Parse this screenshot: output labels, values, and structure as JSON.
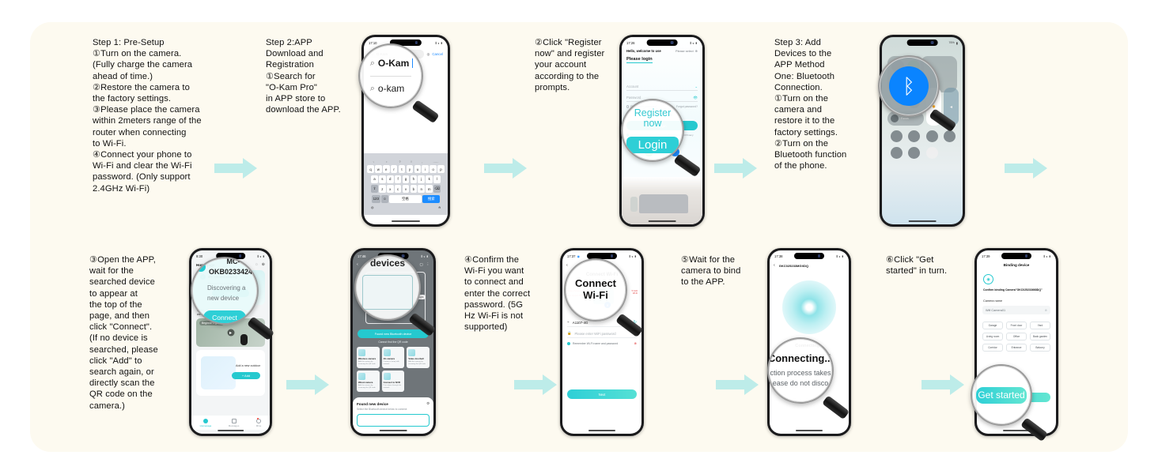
{
  "background": {
    "card_color": "#fdfaf0",
    "page_color": "#ffffff",
    "arrow_color": "#bdece9"
  },
  "steps": {
    "step1": "Step 1: Pre-Setup\n①Turn on the camera.\n(Fully charge the camera\nahead of time.)\n②Restore the camera to\nthe factory settings.\n③Please place the camera\nwithin 2meters range of the\nrouter when connecting\nto Wi-Fi.\n④Connect your phone to\nWi-Fi and clear the Wi-Fi\npassword. (Only support\n2.4GHz Wi-Fi)",
    "step2": "Step 2:APP\nDownload and\nRegistration\n①Search for\n\"O-Kam Pro\"\nin APP store to\ndownload the APP.",
    "step2b": "②Click \"Register\nnow\" and register\nyour account\naccording to the\nprompts.",
    "step3": "Step 3: Add\nDevices to the\nAPP Method\nOne: Bluetooth\nConnection.\n①Turn on the\ncamera and\nrestore it  to the\nfactory settings.\n②Turn on the\nBluetooth function\nof the phone.",
    "step3b": "③Open the APP,\nwait for the\nsearched device\nto appear at\nthe top of the\npage, and then\nclick \"Connect\".\n(If no device is\nsearched, please\nclick \"Add\" to\nsearch again, or\ndirectly scan the\nQR code on the\ncamera.)",
    "step4": "④Confirm the\nWi-Fi you want\nto connect and\nenter the correct\npassword.  (5G\nHz Wi-Fi is not\nsupported)",
    "step5": "⑤Wait for the\ncamera to bind\nto the APP.",
    "step6": "⑥Click \"Get\nstarted\" in turn."
  },
  "phone_appstore": {
    "time": "17:10",
    "search_value": "O-Kam",
    "suggestion": "o-kam",
    "cancel_label": "Cancel",
    "magnifier_lines": [
      "O-Kam",
      "o-kam"
    ],
    "keyboard_rows": [
      [
        "q",
        "w",
        "e",
        "r",
        "t",
        "y",
        "u",
        "i",
        "o",
        "p"
      ],
      [
        "a",
        "s",
        "d",
        "f",
        "g",
        "h",
        "j",
        "k",
        "l"
      ],
      [
        "z",
        "x",
        "c",
        "v",
        "b",
        "n",
        "m"
      ]
    ],
    "space_label": "空格",
    "return_label": "搜索",
    "num_key": "123"
  },
  "phone_login": {
    "time": "17:26",
    "welcome": "Hello, welcome to use",
    "region": "Please select",
    "title": "Please login",
    "account_placeholder": "Account",
    "password_placeholder": "Password",
    "remember_label": "Remember password",
    "forgot_label": "Forgot password?",
    "register_label": "Register now",
    "login_label": "Login",
    "agree_label": "I have read and agree to the User Agreement and Privacy Policy",
    "magnifier_lines": [
      "Register now",
      "Login"
    ]
  },
  "phone_control_center": {
    "battery": "76%",
    "magnifier_icon": "bluetooth-icon",
    "focus_label": "Focus",
    "tiles": [
      "airplane-icon",
      "cellular-icon",
      "wifi-icon",
      "bluetooth-icon",
      "music-icon",
      "orientation-lock-icon",
      "screen-mirroring-icon",
      "focus-icon",
      "brightness-icon",
      "volume-icon",
      "flashlight-icon",
      "timer-icon",
      "calculator-icon",
      "camera-icon",
      "screen-record-icon",
      "hearing-icon",
      "remote-icon"
    ]
  },
  "phone_home": {
    "time": "9:30",
    "tab_home": "Homepage",
    "device_id": "MC-OKB0233424Q",
    "discover_text": "Discovering a new device",
    "connect_label": "Connect",
    "welcome1": "Hello,",
    "welcome2": "welcome to use",
    "beginner_guide": "Beginner's guide",
    "add_new_outdoor": "Add a new outdoor",
    "add_label": "+ Add",
    "nav": [
      {
        "label": "Homepage",
        "icon": "home-icon"
      },
      {
        "label": "Messages",
        "icon": "message-icon"
      },
      {
        "label": "Mine",
        "icon": "user-icon"
      }
    ],
    "magnifier_lines": [
      "MC-OKB0233424Q",
      "Discovering a new device",
      "Connect"
    ]
  },
  "phone_add_devices": {
    "time": "17:46",
    "title": "Add devices",
    "scan_hint": "Cannot find the QR code",
    "bluetooth_btn": "Found new Bluetooth device",
    "light_label": "Light",
    "categories": [
      {
        "name": "Wireless camera",
        "desc": "Add the camera by scanning the QR code"
      },
      {
        "name": "4G camera",
        "desc": "Camera's Setup with network"
      },
      {
        "name": "Video doorbell",
        "desc": "Add the camera by scanning the QR code"
      },
      {
        "name": "Wired camera",
        "desc": "Add the camera by scanning the QR code"
      },
      {
        "name": "Connect to NVR",
        "desc": "Put it down through the network"
      }
    ],
    "found_title": "Found new device",
    "found_sub": "Select the Bluetooth device below to connect",
    "magnifier_lines": [
      "Add devices"
    ]
  },
  "phone_wifi": {
    "time": "17:37",
    "title": "Connect Wi-Fi",
    "warning_left": "Please choose 2.4 GHz Wi-Fi\nCan't support 5GHz Wi-Fi",
    "warning_right": "5 GHz\nWi-Fi",
    "ssid": "A1107-4G",
    "password_placeholder": "Please enter WiFi password",
    "remember_label": "Remember Wi-Fi name and password",
    "next_label": "Next",
    "magnifier_lines": [
      "Connect Wi-Fi"
    ]
  },
  "phone_connecting": {
    "time": "17:38",
    "device_id": "GKC025233MGXDQ",
    "connecting_label": "Connecting...",
    "note": "The connection process takes a while,\nplease do not disconnect",
    "magnifier_lines": [
      "Connecting...",
      "ction process takes",
      "ease do not disco"
    ]
  },
  "phone_binding": {
    "time": "17:39",
    "title": "Binding device",
    "confirm_text": "Confirm binding  Camera\"GKC025233668DQ\"",
    "camera_name_label": "Camera name",
    "camera_name_value": "Wifi Camera01",
    "rooms": [
      "Garage",
      "Front door",
      "Yard",
      "Living room",
      "Office",
      "Back garden",
      "Corridor",
      "Entrance",
      "Balcony"
    ],
    "get_started_label": "Get started",
    "magnifier_lines": [
      "Get started"
    ]
  }
}
